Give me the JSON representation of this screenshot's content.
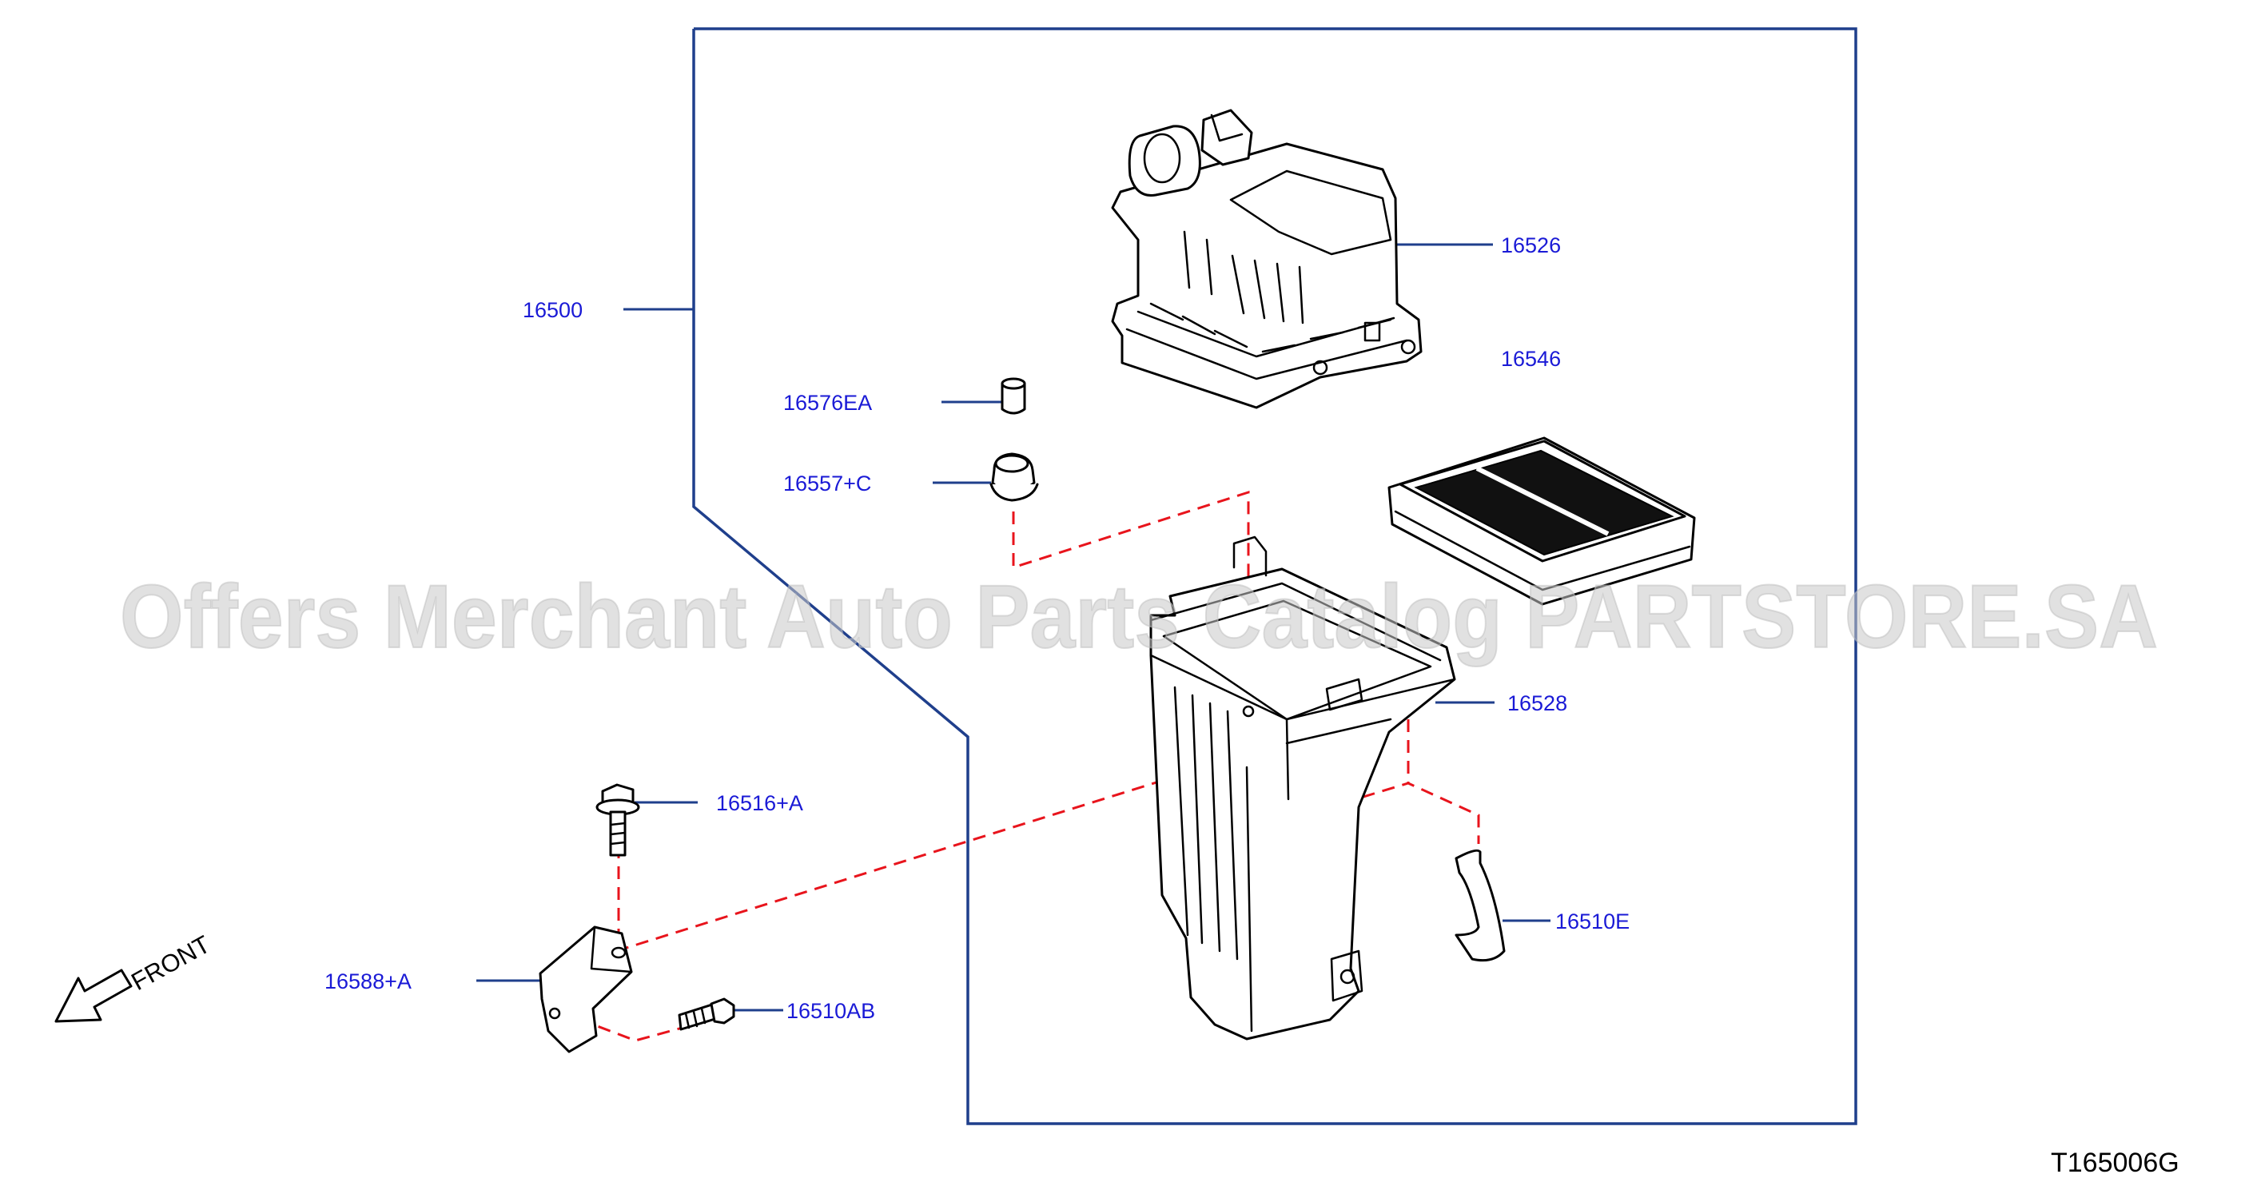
{
  "callouts": {
    "assembly": "16500",
    "cover": "16526",
    "filter": "16546",
    "collar": "16576EA",
    "grommet": "16557+C",
    "body": "16528",
    "clip": "16510E",
    "bolt_a": "16516+A",
    "bracket": "16588+A",
    "bolt_b": "16510AB"
  },
  "front_label": "FRONT",
  "diagram_ref": "T165006G",
  "watermark": "Offers Merchant Auto Parts Catalog PARTSTORE.SA",
  "colors": {
    "callout_text": "#1a1ad6",
    "leader_line": "#1f3f8c",
    "hidden_line": "#e8141c",
    "watermark": "#c9c9c9"
  }
}
